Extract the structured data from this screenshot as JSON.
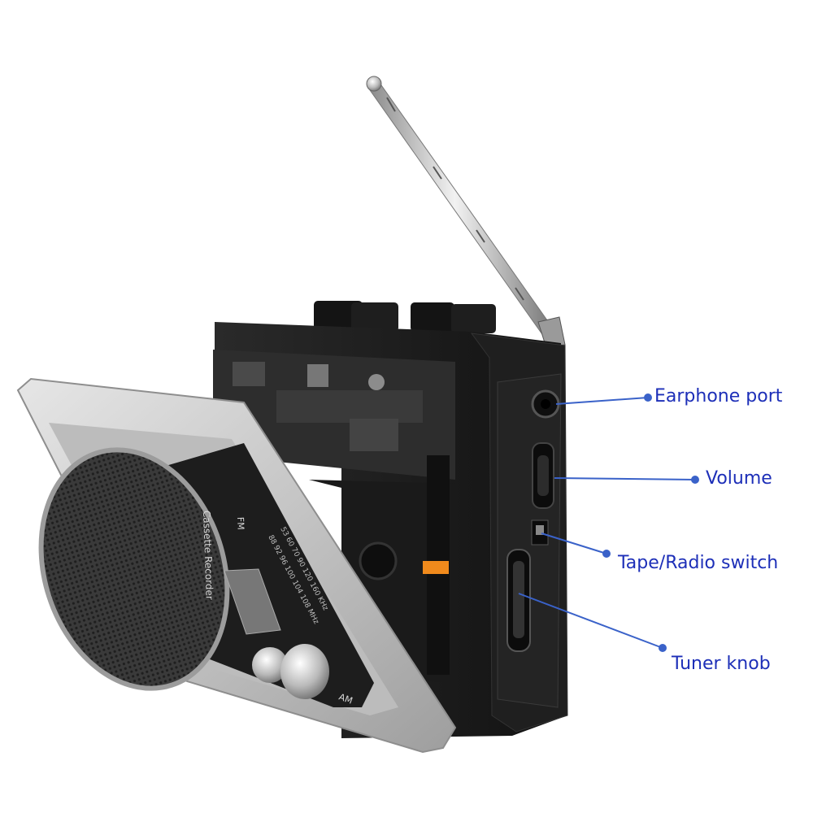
{
  "callouts": [
    {
      "label": "Earphone port"
    },
    {
      "label": "Volume"
    },
    {
      "label": "Tape/Radio switch"
    },
    {
      "label": "Tuner knob"
    }
  ],
  "device_print": {
    "brand_line": "Cassette Recorder",
    "band_fm": "FM",
    "band_am": "AM",
    "fm_scale": "88 92 96 100 104 108 MHz",
    "am_scale": "53 60 70 90 120 160 KHz"
  },
  "colors": {
    "callout_text": "#1d2fb8",
    "callout_line": "#3a62c9",
    "body": "#1b1b1b",
    "silver_frame": "#c9c9c9",
    "orange_clip": "#f08a1c"
  }
}
